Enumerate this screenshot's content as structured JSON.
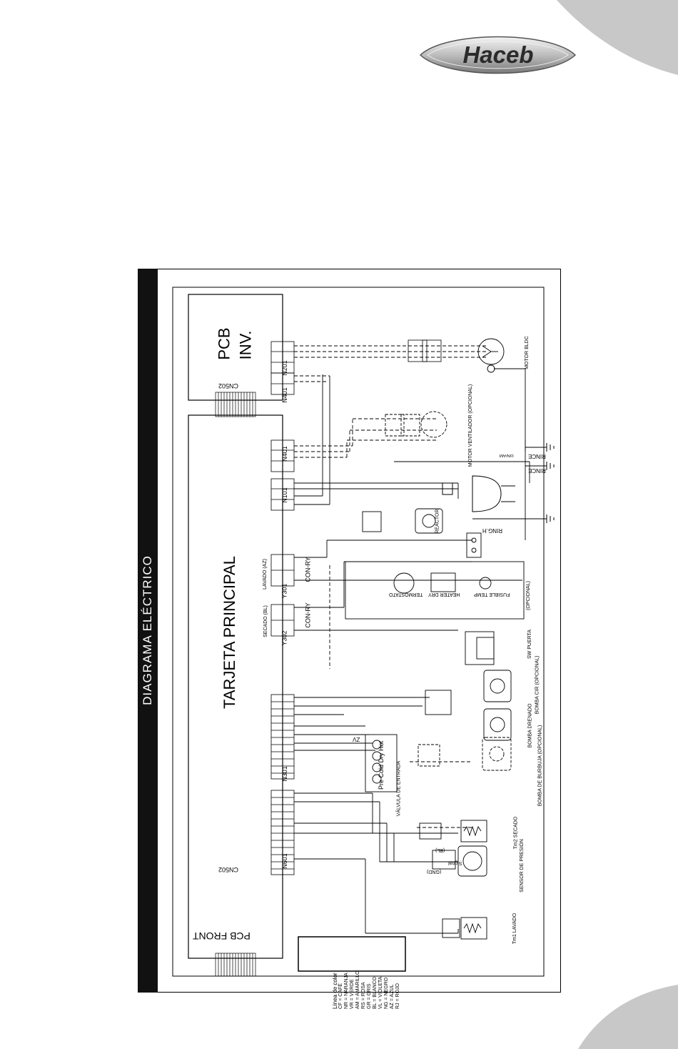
{
  "brand": {
    "logo_text": "Haceb"
  },
  "title": "DIAGRAMA ELÉCTRICO",
  "boards": {
    "main": "TARJETA PRINCIPAL",
    "inverter_line1": "PCB",
    "inverter_line2": "INV.",
    "front": "PCB FRONT"
  },
  "connectors": {
    "cn502_top": "CN502",
    "cn502_bottom": "CN502",
    "n201": "N201",
    "n401_top": "N401",
    "n401_mid": "N401",
    "n101": "N101",
    "y301": "Y301",
    "y302": "Y302",
    "n301": "N301",
    "n601": "N601"
  },
  "components": {
    "motor_bldc": "MOTOR BLDC",
    "motor_ventilador": "MOTOR VENTILADOR (OPCIONAL)",
    "reactor": "REACTOR",
    "lavado_relay": "LAVADO (AZ)",
    "secado_relay": "SECADO (BL)",
    "con_ry": "CON-RY",
    "termostato": "TERMOSTATO",
    "heater_dry": "HEATER DRY",
    "fusible_temp": "FUSIBLE TEMP",
    "opcional": "(OPCIONAL)",
    "sw_puerta": "SW PUERTA",
    "bomba_cir": "BOMBA CIR (OPCIONAL)",
    "bomba_drenado": "BOMBA DRENADO",
    "bomba_burbuja": "BOMBA DE BURBUJA (OPCIONAL)",
    "valvula": "VÁLVULA DE ENTRADA",
    "valvula_labels": "Pre Cold Dry Hot",
    "tm2": "Tm2 SECADO",
    "sensor_presion": "SENSOR DE PRESIÓN",
    "tm1": "Tm1 LAVADO",
    "ring_h": "RING.H",
    "rince": "RINCE",
    "signal": "Signal",
    "gnd": "(GND)",
    "bl": "(BL)",
    "gn_am": "GN/AM",
    "zv": "ZV"
  },
  "legend": {
    "title": "Línea de color",
    "items": [
      "CF = CAFÉ",
      "NR = NARANJA",
      "VR = VERDE",
      "AM = AMARILLO",
      "RS = ROSA",
      "GR = GRIS",
      "BL = BLANCO",
      "VL = VIOLETA",
      "NG = NEGRO",
      "AZ = AZUL",
      "RJ = ROJO"
    ]
  }
}
